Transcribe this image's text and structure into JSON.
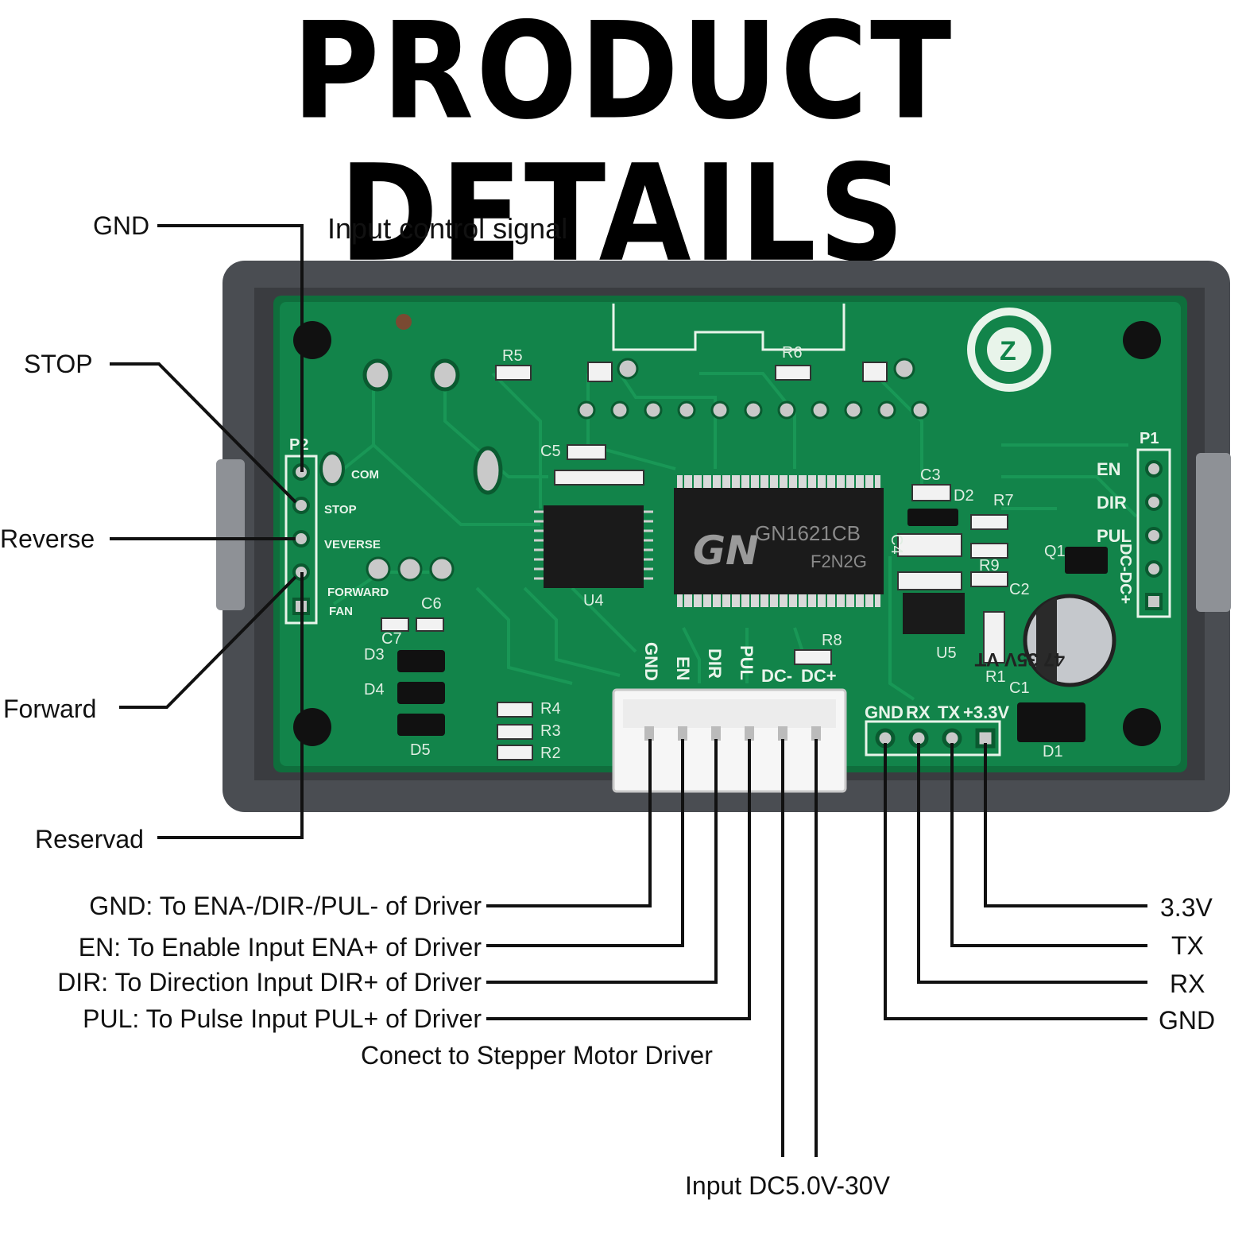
{
  "title": "PRODUCT DETAILS",
  "input_group_label": "Input control signal",
  "left_pins": [
    "GND",
    "STOP",
    "Reverse",
    "Forward",
    "Reservad"
  ],
  "driver_connections": [
    "GND: To ENA-/DIR-/PUL- of Driver",
    "EN: To Enable Input ENA+ of Driver",
    "DIR: To Direction Input DIR+ of Driver",
    "PUL: To Pulse Input PUL+ of Driver"
  ],
  "driver_group_label": "Conect to Stepper Motor Driver",
  "power_label": "Input DC5.0V-30V",
  "serial_pins": [
    "3.3V",
    "TX",
    "RX",
    "GND"
  ],
  "board": {
    "chip_brand": "GN",
    "chip_model": "GN1621CB",
    "chip_code": "F2N2G",
    "p2_header": "P2",
    "p2_labels": [
      "COM",
      "STOP",
      "VEVERSE",
      "FORWARD",
      "FAN"
    ],
    "p1_header": "P1",
    "p1_labels": [
      "EN",
      "DIR",
      "PUL",
      "DC-DC+"
    ],
    "connector_labels": [
      "GND",
      "EN",
      "DIR",
      "PUL",
      "DC-",
      "DC+"
    ],
    "serial_header_labels": [
      "GND",
      "RX",
      "TX",
      "+3.3V"
    ],
    "components": [
      "R5",
      "R6",
      "C5",
      "C3",
      "D2",
      "R7",
      "C4",
      "R9",
      "Q1",
      "C2",
      "U4",
      "C6",
      "C7",
      "D3",
      "D4",
      "D5",
      "R4",
      "R3",
      "R2",
      "R8",
      "U5",
      "R1",
      "C1",
      "D1"
    ],
    "capacitor_text": "47 35V VT"
  }
}
